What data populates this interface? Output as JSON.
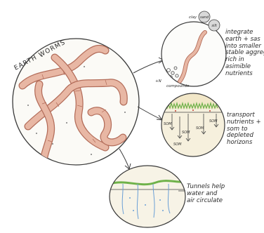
{
  "main_title": "EARTH WORMS",
  "colors": {
    "ink": "#2b2b2b",
    "worm_fill": "#e8b7a4",
    "worm_stroke": "#b36d5a",
    "grass": "#6fb24a",
    "water": "#6a9fd6",
    "topsoil": "#f2e7c8",
    "soil": "#f6f0dd"
  },
  "panel_top": {
    "particle_labels": [
      "sand",
      "silt"
    ],
    "clay_label": "clay",
    "nutrient_label": "+N",
    "compounds_label": "compounds",
    "note_lines": [
      "integrate",
      "earth + sas",
      "into smaller",
      "stable aggregat",
      "rich in",
      "asimible",
      "nutrients"
    ]
  },
  "panel_mid": {
    "arrow_labels": [
      "SOM",
      "SOM",
      "SOM",
      "SOM",
      "SOM"
    ],
    "note_lines": [
      "transport",
      "nutrients +",
      "som to",
      "depleted",
      "horizons"
    ]
  },
  "panel_bottom": {
    "note_lines": [
      "Tunnels help",
      "water and",
      "air circulate"
    ]
  }
}
